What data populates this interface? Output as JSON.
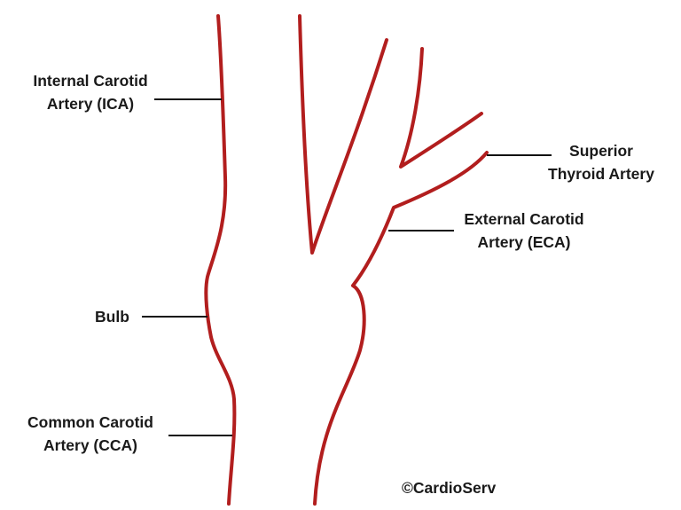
{
  "labels": {
    "ica": {
      "line1": "Internal Carotid",
      "line2": "Artery (ICA)"
    },
    "bulb": {
      "text": "Bulb"
    },
    "cca": {
      "line1": "Common Carotid",
      "line2": "Artery (CCA)"
    },
    "superior_thyroid": {
      "line1": "Superior",
      "line2": "Thyroid Artery"
    },
    "eca": {
      "line1": "External Carotid",
      "line2": "Artery (ECA)"
    }
  },
  "copyright": "©CardioServ",
  "colors": {
    "vessel": "#b21e1e",
    "leader_line": "#111111",
    "text": "#1a1a1a",
    "background": "#ffffff"
  }
}
